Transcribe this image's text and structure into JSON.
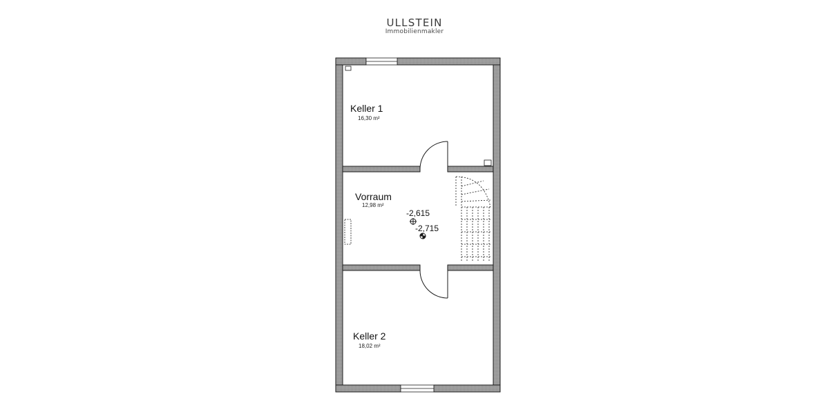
{
  "brand": {
    "name": "ULLSTEIN",
    "subtitle": "Immobilienmakler"
  },
  "rooms": [
    {
      "name": "Keller 1",
      "area": "16,30 m²"
    },
    {
      "name": "Vorraum",
      "area": "12,98 m²"
    },
    {
      "name": "Keller 2",
      "area": "18,02 m²"
    }
  ],
  "levels": [
    "-2,615",
    "-2,715"
  ],
  "colors": {
    "wall_fill": "#9a9a9a",
    "line": "#1a1a1a",
    "brand_text": "#3a3a3a"
  }
}
